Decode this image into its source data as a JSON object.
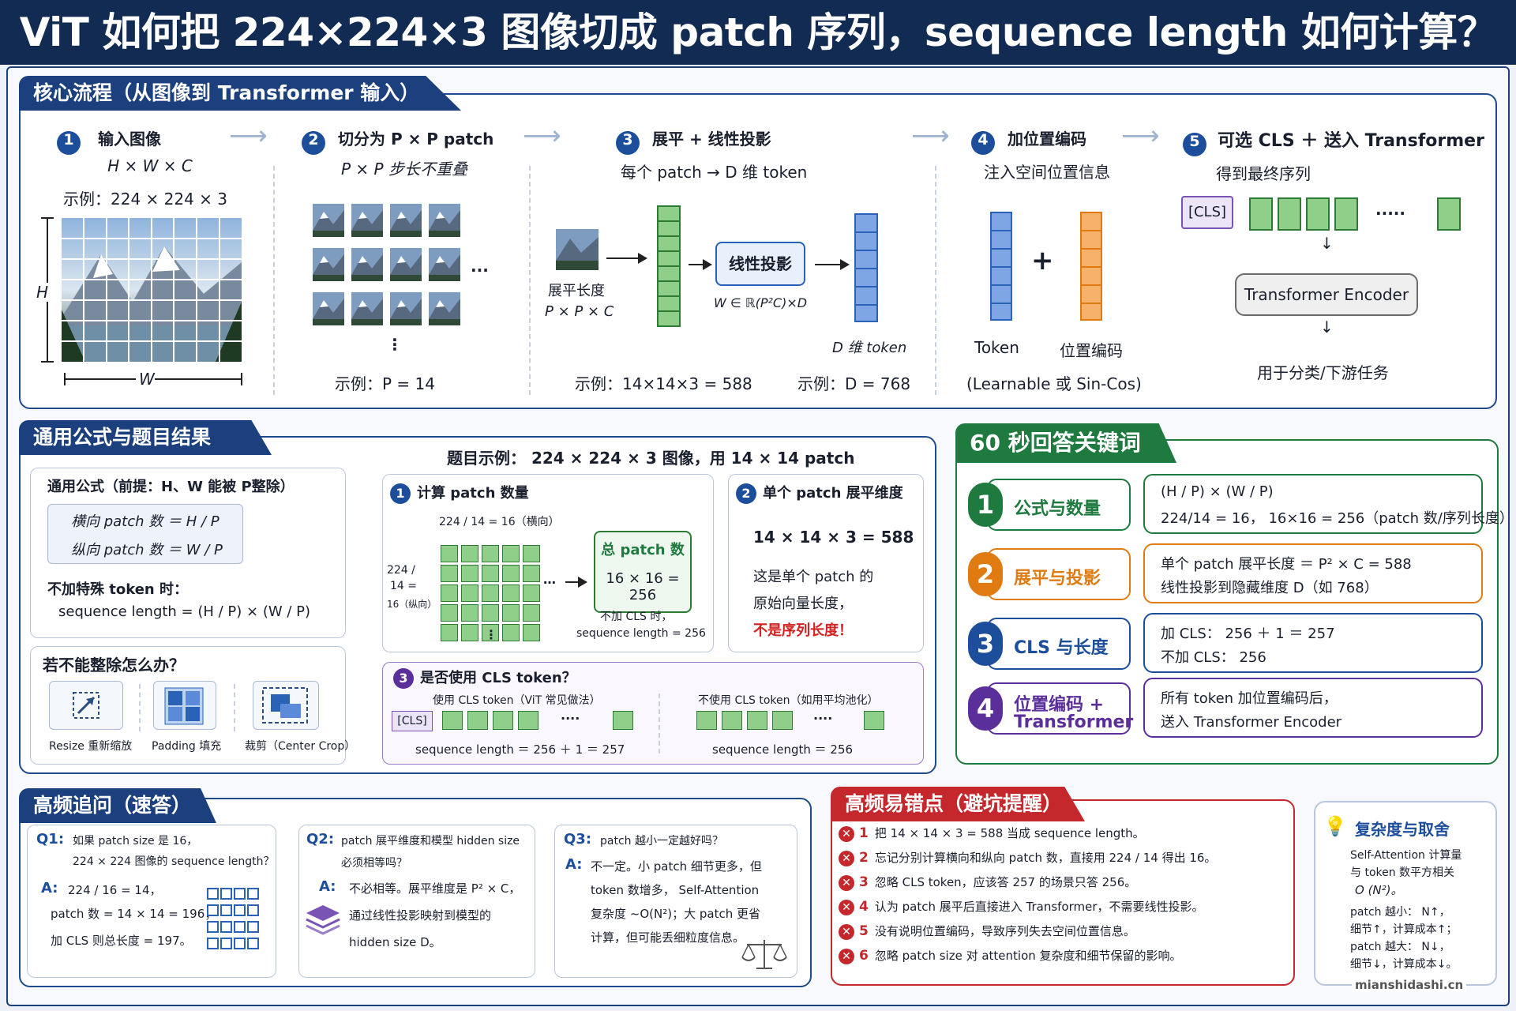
{
  "title": "ViT 如何把 224×224×3 图像切成 patch 序列，sequence length 如何计算？",
  "core": {
    "tab": "核心流程（从图像到 Transformer 输入）",
    "s1": {
      "n": "1",
      "t": "输入图像",
      "sub": "H × W × C",
      "ex": "示例：224 × 224 × 3",
      "H": "H",
      "W": "W"
    },
    "s2": {
      "n": "2",
      "t": "切分为 P × P patch",
      "sub": "P × P 步长不重叠",
      "ex": "示例：P = 14",
      "dots": "···",
      "vdots": "⋮"
    },
    "s3": {
      "n": "3",
      "t": "展平 + 线性投影",
      "sub": "每个 patch → D 维 token",
      "flat": "展平长度",
      "flat2": "P × P × C",
      "proj": "线性投影",
      "w": "W ∈ ℝ(P²C)×D",
      "dtok": "D 维 token",
      "ex1": "示例：14×14×3 = 588",
      "ex2": "示例：D = 768"
    },
    "s4": {
      "n": "4",
      "t": "加位置编码",
      "sub": "注入空间位置信息",
      "plus": "+",
      "tok": "Token",
      "pos": "位置编码",
      "note": "(Learnable 或 Sin-Cos)"
    },
    "s5": {
      "n": "5",
      "t": "可选 CLS ＋ 送入 Transformer",
      "sub": "得到最终序列",
      "cls": "[CLS]",
      "dots": "·····",
      "enc": "Transformer Encoder",
      "out": "用于分类/下游任务"
    }
  },
  "formula": {
    "tab": "通用公式与题目结果",
    "gen_title": "通用公式（前提：H、W 能被 P整除）",
    "h": "横向 patch 数 ＝ H / P",
    "v": "纵向 patch 数 ＝ W / P",
    "notok": "不加特殊 token 时：",
    "seq": "sequence length = (H / P) × (W / P)",
    "nodiv": "若不能整除怎么办？",
    "resize": "Resize 重新缩放",
    "pad": "Padding 填充",
    "crop": "裁剪（Center Crop）",
    "ex_title": "题目示例： 224 × 224 × 3 图像，用 14 × 14 patch",
    "c1": {
      "n": "1",
      "t": "计算 patch 数量",
      "top": "224 / 14 = 16（横向）",
      "l1": "224 /",
      "l2": "14 =",
      "l3": "16（纵向）",
      "tot": "总 patch 数",
      "totv": "16 × 16 = 256",
      "n1": "不加 CLS 时，",
      "n2": "sequence length = 256"
    },
    "c2": {
      "n": "2",
      "t": "单个 patch 展平维度",
      "eq": "14 × 14 × 3 = 588",
      "d1": "这是单个 patch 的",
      "d2": "原始向量长度，",
      "d3": "不是序列长度！"
    },
    "c3": {
      "n": "3",
      "t": "是否使用 CLS token？",
      "u": "使用 CLS token（ViT 常见做法）",
      "nu": "不使用 CLS token（如用平均池化）",
      "cls": "[CLS]",
      "useq": "sequence length ＝ 256 ＋ 1 ＝ 257",
      "nseq": "sequence length ＝ 256",
      "dots": "····"
    }
  },
  "kw": {
    "tab": "60 秒回答关键词",
    "items": [
      {
        "n": "1",
        "k": "公式与数量",
        "a": "(H / P) × (W / P)",
        "b": "224/14 = 16， 16×16 = 256（patch 数/序列长度）",
        "color": "#1f7a3f"
      },
      {
        "n": "2",
        "k": "展平与投影",
        "a": "单个 patch 展平长度 ＝ P² × C = 588",
        "b": "线性投影到隐藏维度 D（如 768）",
        "color": "#e07b12"
      },
      {
        "n": "3",
        "k": "CLS 与长度",
        "a": "加 CLS： 256 ＋ 1 ＝ 257",
        "b": "不加 CLS： 256",
        "color": "#1d4e9b"
      },
      {
        "n": "4",
        "k": "位置编码 +",
        "k2": "Transformer",
        "a": "所有 token 加位置编码后，",
        "b": "送入 Transformer Encoder",
        "color": "#5a2f9a"
      }
    ]
  },
  "faq": {
    "tab": "高频追问（速答）",
    "q1": {
      "q": "Q1:",
      "t1": "如果 patch size 是 16，",
      "t2": "224 × 224 图像的 sequence length？",
      "a": "A:",
      "a1": "224 / 16 = 14，",
      "a2": "patch 数 = 14 × 14 = 196；",
      "a3": "加 CLS 则总长度 = 197。"
    },
    "q2": {
      "q": "Q2:",
      "t1": "patch 展平维度和模型 hidden size",
      "t2": "必须相等吗？",
      "a": "A:",
      "a1": "不必相等。展平维度是 P² × C，",
      "a2": "通过线性投影映射到模型的",
      "a3": "hidden size D。"
    },
    "q3": {
      "q": "Q3:",
      "t1": "patch 越小一定越好吗？",
      "a": "A:",
      "a1": "不一定。小 patch 细节更多，但",
      "a2": "token 数增多， Self-Attention",
      "a3": "复杂度 ~O(N²)；大 patch 更省",
      "a4": "计算，但可能丢细粒度信息。"
    }
  },
  "err": {
    "tab": "高频易错点（避坑提醒）",
    "items": [
      "把 14 × 14 × 3 = 588 当成 sequence length。",
      "忘记分别计算横向和纵向 patch 数，直接用 224 / 14 得出 16。",
      "忽略 CLS token，应该答 257 的场景只答 256。",
      "认为 patch 展平后直接进入 Transformer，不需要线性投影。",
      "没有说明位置编码，导致序列失去空间位置信息。",
      "忽略 patch size 对 attention 复杂度和细节保留的影响。"
    ]
  },
  "cx": {
    "t": "复杂度与取舍",
    "l1": "Self-Attention 计算量",
    "l2": "与 token 数平方相关",
    "l3": "O (N²)。",
    "l4": "patch 越小： N↑，",
    "l5": "细节↑，计算成本↑；",
    "l6": "patch 越大： N↓，",
    "l7": "细节↓，计算成本↓。"
  },
  "footer": "mianshidashi.cn"
}
